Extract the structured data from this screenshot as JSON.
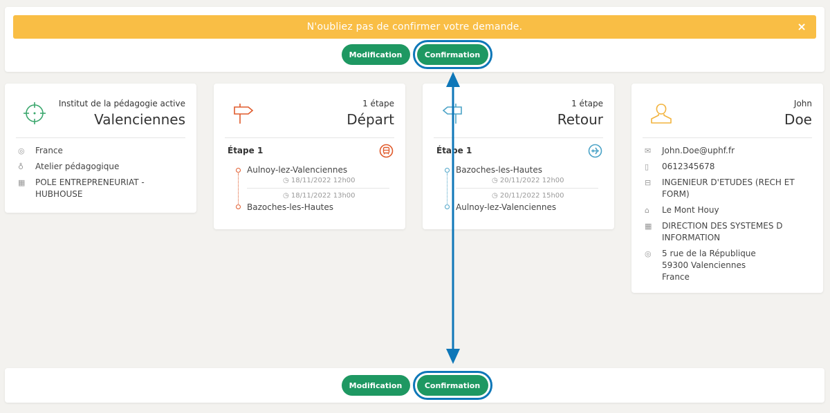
{
  "alert": {
    "message": "N'oubliez pas de confirmer votre demande.",
    "close": "×"
  },
  "top_buttons": {
    "modification": "Modification",
    "confirmation": "Confirmation"
  },
  "bottom_buttons": {
    "modification": "Modification",
    "confirmation": "Confirmation"
  },
  "colors": {
    "accent": "#1e9862",
    "alert": "#f9be45",
    "highlight": "#0e77b8",
    "depart": "#e05a2b",
    "retour": "#4ba3c7",
    "user": "#f2b33d"
  },
  "destination": {
    "icon": "crosshair-icon",
    "subtitle": "Institut de la pédagogie active",
    "title": "Valenciennes",
    "items": [
      {
        "icon": "map-pin-icon",
        "text": "France"
      },
      {
        "icon": "lightbulb-icon",
        "text": "Atelier pédagogique"
      },
      {
        "icon": "building-icon",
        "text": "POLE ENTREPRENEURIAT - HUBHOUSE"
      }
    ]
  },
  "depart": {
    "icon": "signpost-icon",
    "subtitle": "1 étape",
    "title": "Départ",
    "etape": "Étape 1",
    "transport_icon": "train-icon",
    "from": "Aulnoy-lez-Valenciennes",
    "from_time": "18/11/2022 12h00",
    "to_time": "18/11/2022 13h00",
    "to": "Bazoches-les-Hautes"
  },
  "retour": {
    "icon": "signpost-icon",
    "subtitle": "1 étape",
    "title": "Retour",
    "etape": "Étape 1",
    "transport_icon": "plane-icon",
    "from": "Bazoches-les-Hautes",
    "from_time": "20/11/2022 12h00",
    "to_time": "20/11/2022 15h00",
    "to": "Aulnoy-lez-Valenciennes"
  },
  "user": {
    "icon": "user-icon",
    "first_name": "John",
    "last_name": "Doe",
    "items": [
      {
        "icon": "mail-icon",
        "text": "John.Doe@uphf.fr"
      },
      {
        "icon": "phone-icon",
        "text": "0612345678"
      },
      {
        "icon": "briefcase-icon",
        "text": "INGENIEUR D'ETUDES (RECH ET FORM)"
      },
      {
        "icon": "bank-icon",
        "text": "Le Mont Houy"
      },
      {
        "icon": "building-icon",
        "text": "DIRECTION DES SYSTEMES D INFORMATION"
      },
      {
        "icon": "map-pin-icon",
        "text": "5 rue de la République\n59300 Valenciennes\nFrance"
      }
    ]
  }
}
